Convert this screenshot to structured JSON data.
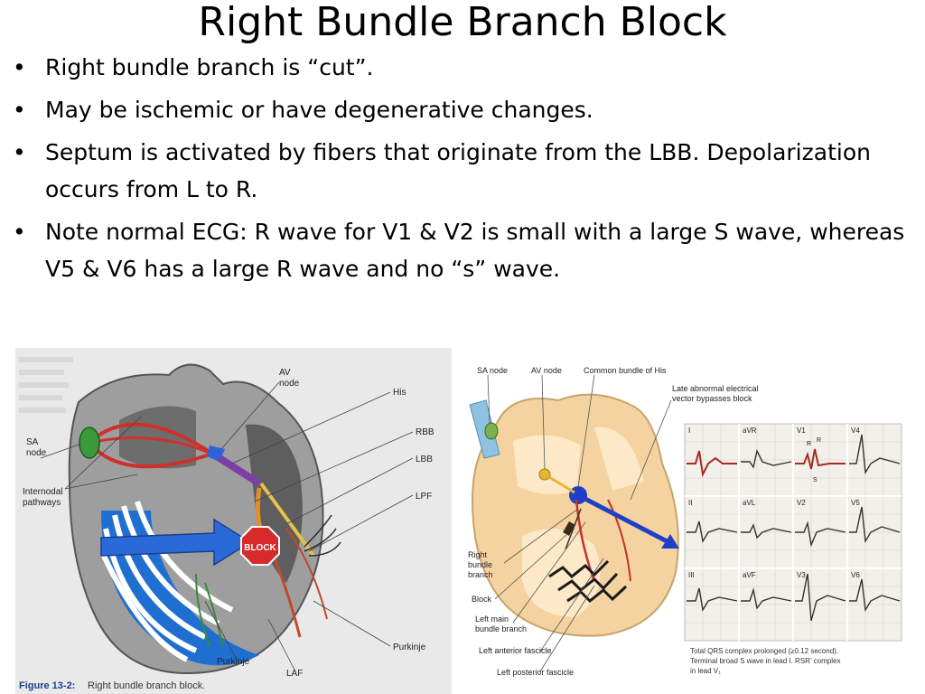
{
  "slide": {
    "title": "Right Bundle Branch Block",
    "bullets": [
      {
        "text": "Right bundle branch is “cut”."
      },
      {
        "text": "May be ischemic or have degenerative changes."
      },
      {
        "text": "Septum is activated by fibers that originate from the LBB. Depolarization occurs from L to R."
      },
      {
        "text": "Note normal ECG: R wave for V1 & V2 is small with a large S wave, whereas V5 & V6 has a large R wave and no “s” wave."
      }
    ]
  },
  "figure1": {
    "caption_label": "Figure 13-2:",
    "caption_text": "Right bundle branch block.",
    "labels": {
      "av_node": "AV node",
      "his": "His",
      "rbb": "RBB",
      "lbb": "LBB",
      "lpf": "LPF",
      "sa_node": "SA node",
      "internodal": "Internodal pathways",
      "block": "BLOCK",
      "purkinje_right": "Purkinje",
      "purkinje_bottom": "Purkinje",
      "laf": "LAF"
    }
  },
  "figure2": {
    "labels": {
      "sa_node": "SA node",
      "av_node": "AV node",
      "common_bundle": "Common bundle of His",
      "late_abnormal": "Late abnormal electrical vector bypasses block",
      "right_bundle": "Right bundle branch",
      "block": "Block",
      "left_main": "Left main bundle branch",
      "left_anterior": "Left anterior fascicle",
      "left_posterior": "Left posterior fascicle"
    },
    "ecg_leads": [
      "I",
      "aVR",
      "V1",
      "V4",
      "II",
      "aVL",
      "V2",
      "V5",
      "III",
      "aVF",
      "V3",
      "V6"
    ],
    "v1_wave_labels": [
      "R",
      "R",
      "S"
    ],
    "footnote": "Total QRS complex prolonged (≥0.12 second). Terminal broad S wave in lead I. RSR’ complex in lead V1"
  }
}
